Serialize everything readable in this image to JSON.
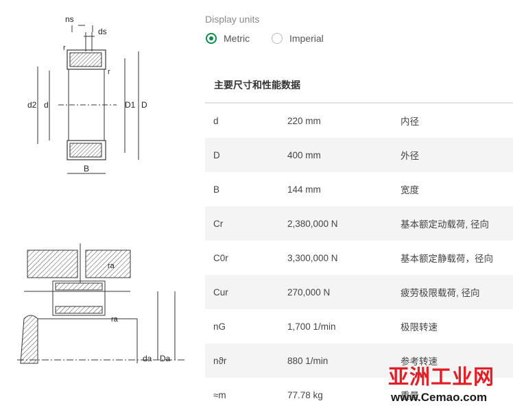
{
  "display_units": {
    "title": "Display units",
    "options": [
      {
        "label": "Metric",
        "selected": true
      },
      {
        "label": "Imperial",
        "selected": false
      }
    ]
  },
  "section_title": "主要尺寸和性能数据",
  "specs": [
    {
      "symbol": "d",
      "value": "220 mm",
      "desc": "内径"
    },
    {
      "symbol": "D",
      "value": "400 mm",
      "desc": "外径"
    },
    {
      "symbol": "B",
      "value": "144 mm",
      "desc": "宽度"
    },
    {
      "symbol": "Cr",
      "value": "2,380,000 N",
      "desc": "基本额定动载荷, 径向"
    },
    {
      "symbol": "C0r",
      "value": "3,300,000 N",
      "desc": "基本额定静载荷，径向"
    },
    {
      "symbol": "Cur",
      "value": "270,000 N",
      "desc": "疲劳极限载荷, 径向"
    },
    {
      "symbol": "nG",
      "value": "1,700 1/min",
      "desc": "极限转速"
    },
    {
      "symbol": "nϑr",
      "value": "880 1/min",
      "desc": "参考转速"
    },
    {
      "symbol": "≈m",
      "value": "77.78 kg",
      "desc": "重量"
    }
  ],
  "diagram_labels": {
    "ns": "ns",
    "ds": "ds",
    "r": "r",
    "d2": "d2",
    "d": "d",
    "D1": "D1",
    "D": "D",
    "B": "B",
    "ra": "ra",
    "da": "da",
    "Da": "Da"
  },
  "watermark": {
    "main": "亚洲工业网",
    "sub": "www.Cemao.com"
  },
  "colors": {
    "accent": "#0f8a4a",
    "watermark_red": "#e31e24"
  }
}
